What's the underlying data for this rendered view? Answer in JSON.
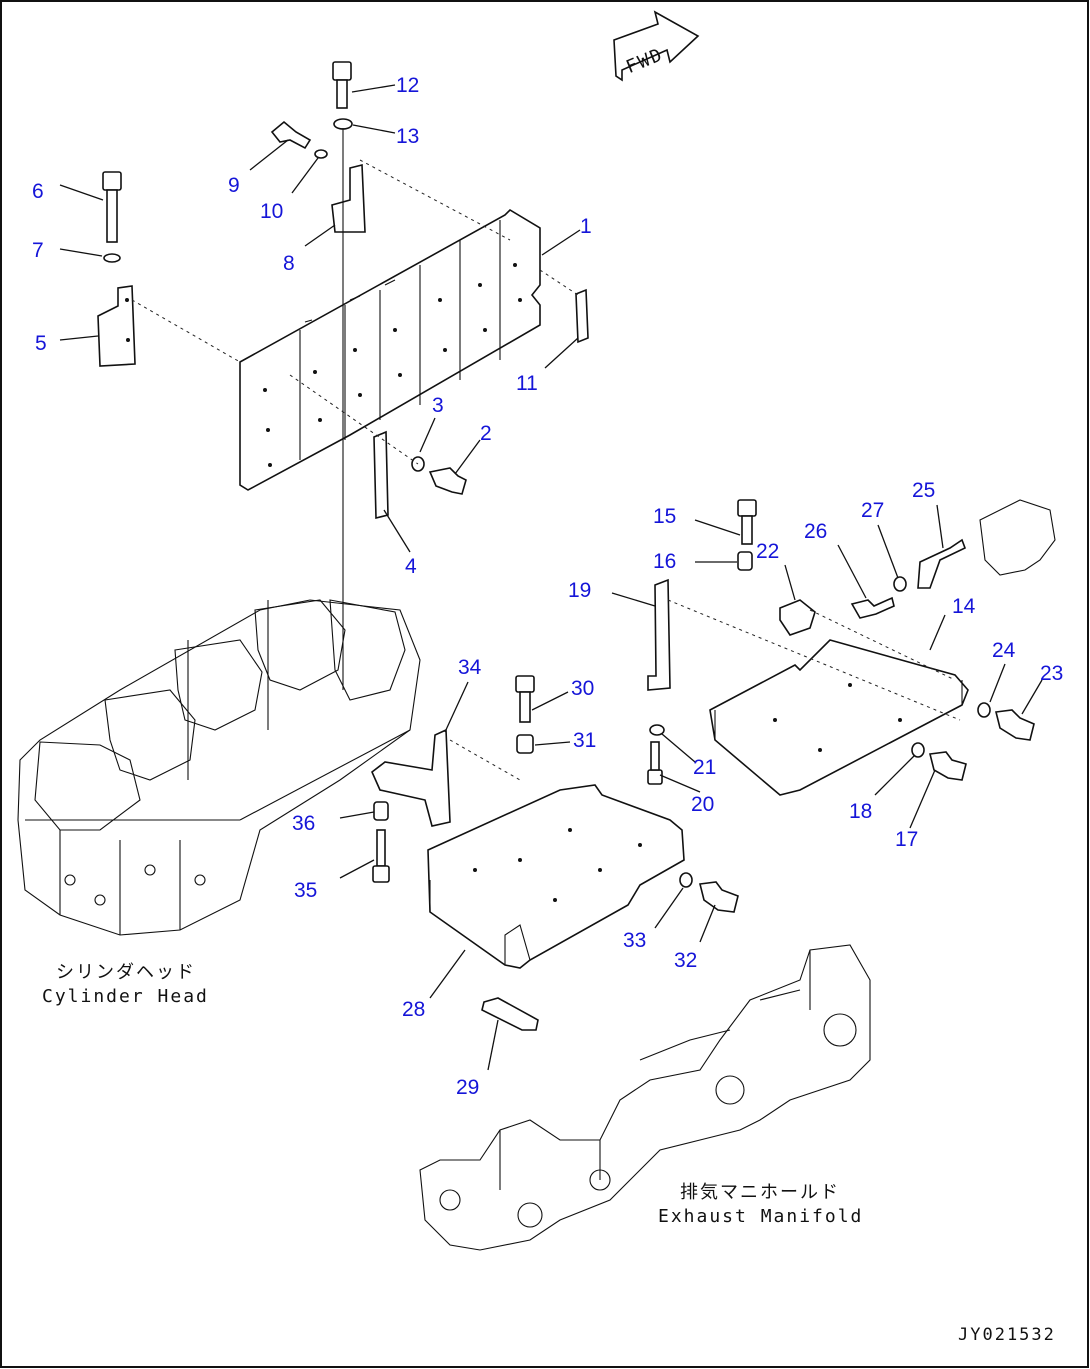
{
  "drawing_code": "JY021532",
  "fwd_label": "FWD",
  "labels": {
    "cylinder_head_jp": "シリンダヘッド",
    "cylinder_head_en": "Cylinder Head",
    "exhaust_manifold_jp": "排気マニホールド",
    "exhaust_manifold_en": "Exhaust Manifold"
  },
  "parts": [
    "1",
    "2",
    "3",
    "4",
    "5",
    "6",
    "7",
    "8",
    "9",
    "10",
    "11",
    "12",
    "13",
    "14",
    "15",
    "16",
    "17",
    "18",
    "19",
    "20",
    "21",
    "22",
    "23",
    "24",
    "25",
    "26",
    "27",
    "28",
    "29",
    "30",
    "31",
    "32",
    "33",
    "34",
    "35",
    "36"
  ],
  "colors": {
    "callout": "#1515d8",
    "line": "#111111"
  }
}
